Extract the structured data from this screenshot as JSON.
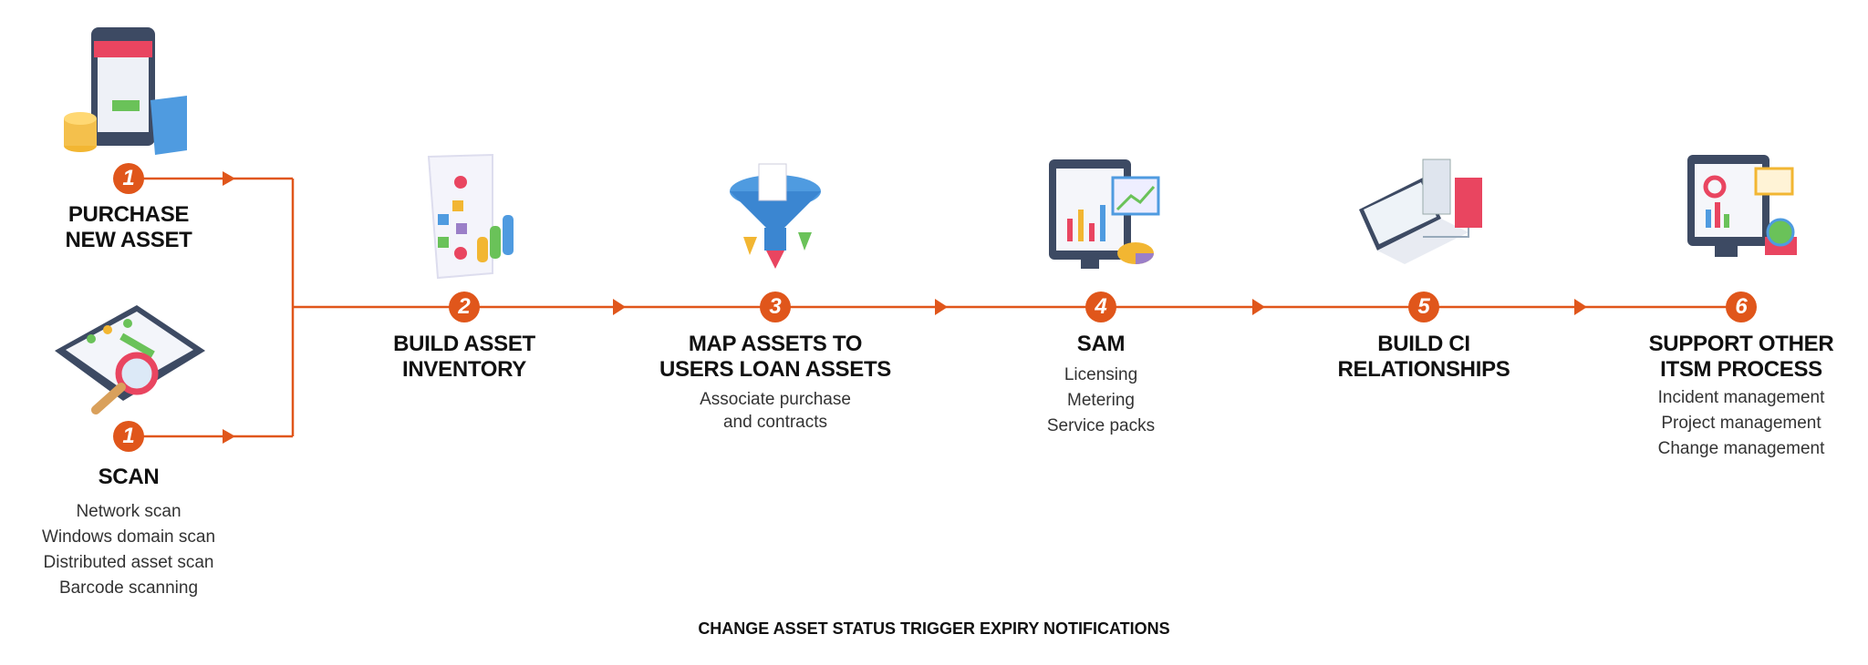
{
  "colors": {
    "accent": "#e0561b",
    "text": "#111111"
  },
  "steps": [
    {
      "num": "1",
      "title_lines": [
        "PURCHASE",
        "NEW ASSET"
      ],
      "items": [],
      "icon": "shopping-phone-icon"
    },
    {
      "num": "1",
      "title_lines": [
        "SCAN"
      ],
      "items": [
        "Network scan",
        "Windows domain scan",
        "Distributed asset scan",
        "Barcode scanning"
      ],
      "icon": "scan-tablet-icon"
    },
    {
      "num": "2",
      "title_lines": [
        "BUILD ASSET",
        "INVENTORY"
      ],
      "items": [],
      "icon": "inventory-chart-icon"
    },
    {
      "num": "3",
      "title_lines": [
        "MAP ASSETS TO",
        "USERS LOAN ASSETS"
      ],
      "items": [
        "Associate purchase",
        "and contracts"
      ],
      "icon": "funnel-icon"
    },
    {
      "num": "4",
      "title_lines": [
        "SAM"
      ],
      "items": [
        "Licensing",
        "Metering",
        "Service packs"
      ],
      "icon": "monitor-analytics-icon"
    },
    {
      "num": "5",
      "title_lines": [
        "BUILD CI",
        "RELATIONSHIPS"
      ],
      "items": [],
      "icon": "laptop-server-icon"
    },
    {
      "num": "6",
      "title_lines": [
        "SUPPORT OTHER",
        "ITSM PROCESS"
      ],
      "items": [
        "Incident management",
        "Project management",
        "Change management"
      ],
      "icon": "monitor-globe-icon"
    }
  ],
  "footer": "CHANGE ASSET STATUS TRIGGER EXPIRY NOTIFICATIONS"
}
